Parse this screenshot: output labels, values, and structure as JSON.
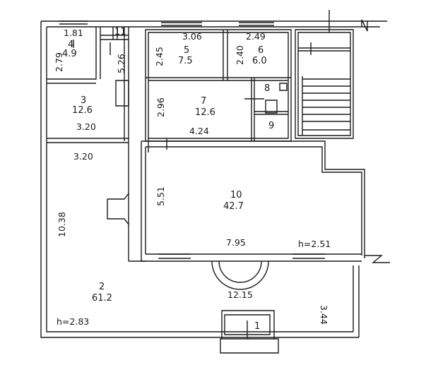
{
  "heights": {
    "upper": "h=2.51",
    "lower": "h=2.83"
  },
  "rooms": [
    {
      "number": "1",
      "area": ""
    },
    {
      "number": "2",
      "area": "61.2"
    },
    {
      "number": "3",
      "area": "12.6"
    },
    {
      "number": "4",
      "area": "4.9"
    },
    {
      "number": "5",
      "area": "7.5"
    },
    {
      "number": "6",
      "area": "6.0"
    },
    {
      "number": "7",
      "area": "12.6"
    },
    {
      "number": "8",
      "area": ""
    },
    {
      "number": "9",
      "area": ""
    },
    {
      "number": "10",
      "area": "42.7"
    },
    {
      "number": "11",
      "area": ""
    }
  ],
  "dimensions": {
    "room4_w": "1.81",
    "room4_h": "2.79",
    "corridor_h": "5.26",
    "room3_w": "3.20",
    "room2_w": "3.20",
    "room5_w": "3.06",
    "room5_h": "2.45",
    "room6_w": "2.49",
    "room6_h": "2.40",
    "room7_h": "2.96",
    "room7_w": "4.24",
    "room10_h": "5.51",
    "room10_w": "7.95",
    "room2_h": "10.38",
    "room2_w_total": "12.15",
    "right_h": "3.44"
  }
}
